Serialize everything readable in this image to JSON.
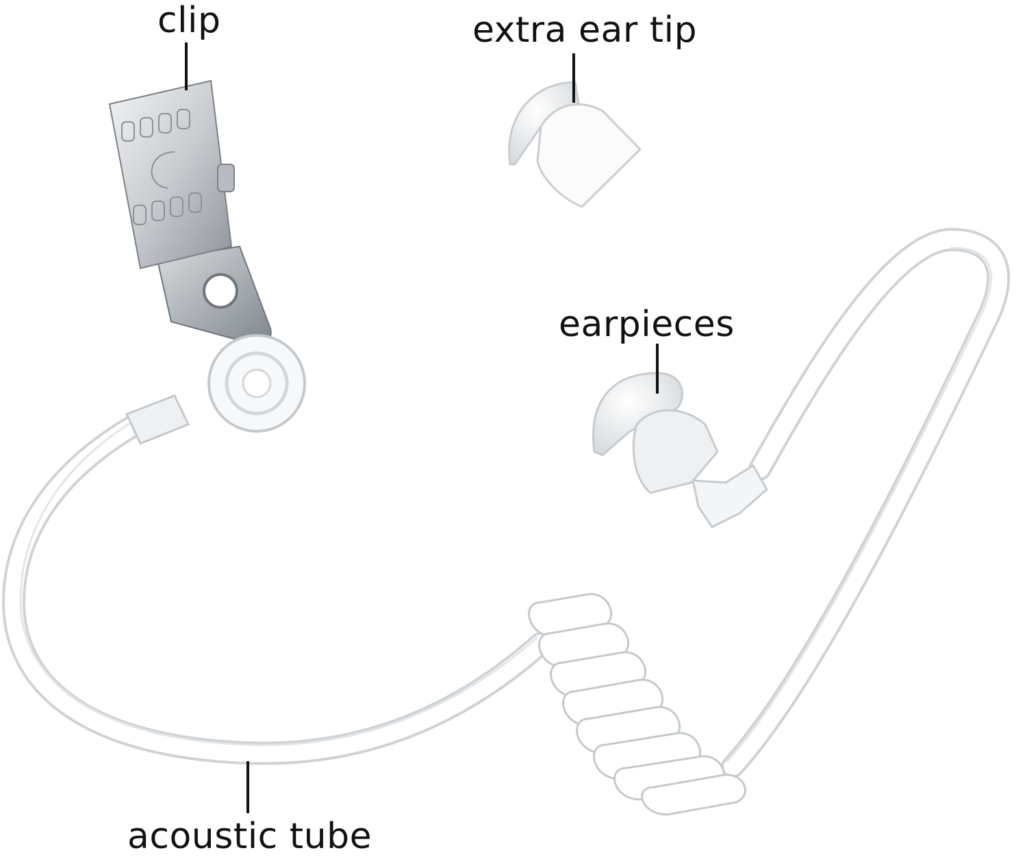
{
  "labels": {
    "clip": "clip",
    "extra_ear_tip": "extra ear tip",
    "earpieces": "earpieces",
    "acoustic_tube": "acoustic tube"
  },
  "colors": {
    "background": "#ffffff",
    "text": "#111111",
    "leader_line": "#111111",
    "tube_outline": "#c9cdd1",
    "metal_light": "#e4e6e8",
    "metal_dark": "#9aa0a6"
  }
}
